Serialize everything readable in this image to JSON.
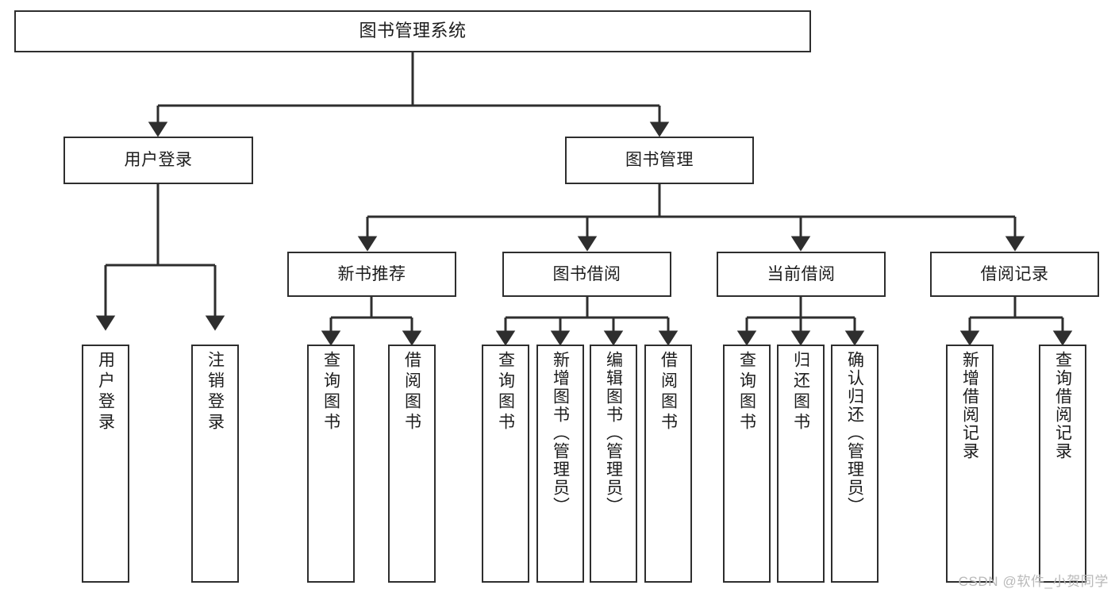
{
  "diagram": {
    "title": "图书管理系统",
    "type": "tree",
    "stroke_color": "#2e2e2e",
    "fill_color": "#ffffff",
    "background": "#ffffff",
    "text_color": "#1c1c1c"
  },
  "nodes": {
    "root": {
      "label": "图书管理系统"
    },
    "level2": [
      {
        "id": "user-login",
        "label": "用户登录"
      },
      {
        "id": "book-manage",
        "label": "图书管理"
      }
    ],
    "level3": [
      {
        "id": "new-book-rec",
        "label": "新书推荐"
      },
      {
        "id": "book-borrow",
        "label": "图书借阅"
      },
      {
        "id": "current-borrow",
        "label": "当前借阅"
      },
      {
        "id": "borrow-record",
        "label": "借阅记录"
      }
    ],
    "leaves": {
      "user_login": [
        {
          "id": "leaf-user-login",
          "label": "用户登录"
        },
        {
          "id": "leaf-logout-login",
          "label": "注销登录"
        }
      ],
      "new_book_rec": [
        {
          "id": "leaf-query-book-1",
          "label": "查询图书"
        },
        {
          "id": "leaf-borrow-book-1",
          "label": "借阅图书"
        }
      ],
      "book_borrow": [
        {
          "id": "leaf-query-book-2",
          "label": "查询图书"
        },
        {
          "id": "leaf-add-book",
          "label": "新增图书（管理员）"
        },
        {
          "id": "leaf-edit-book",
          "label": "编辑图书（管理员）"
        },
        {
          "id": "leaf-borrow-book-2",
          "label": "借阅图书"
        }
      ],
      "current_borrow": [
        {
          "id": "leaf-query-book-3",
          "label": "查询图书"
        },
        {
          "id": "leaf-return-book",
          "label": "归还图书"
        },
        {
          "id": "leaf-confirm-return",
          "label": "确认归还（管理员）"
        }
      ],
      "borrow_record": [
        {
          "id": "leaf-add-record",
          "label": "新增借阅记录"
        },
        {
          "id": "leaf-query-record",
          "label": "查询借阅记录"
        }
      ]
    }
  },
  "watermark": {
    "text": "CSDN @软件_小贺同学"
  }
}
